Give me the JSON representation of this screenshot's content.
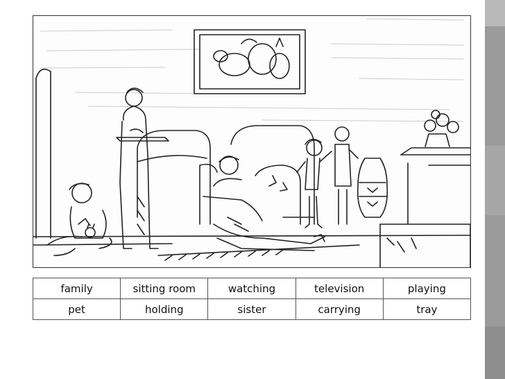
{
  "scene": {
    "description_icon": "family-living-room-line-drawing"
  },
  "vocabulary": {
    "rows": [
      [
        "family",
        "sitting room",
        "watching",
        "television",
        "playing"
      ],
      [
        "pet",
        "holding",
        "sister",
        "carrying",
        "tray"
      ]
    ]
  },
  "colors": {
    "sidebar": "#9b9b9b",
    "sidebar_highlight": "#b9b9b9",
    "ink": "#222222"
  }
}
